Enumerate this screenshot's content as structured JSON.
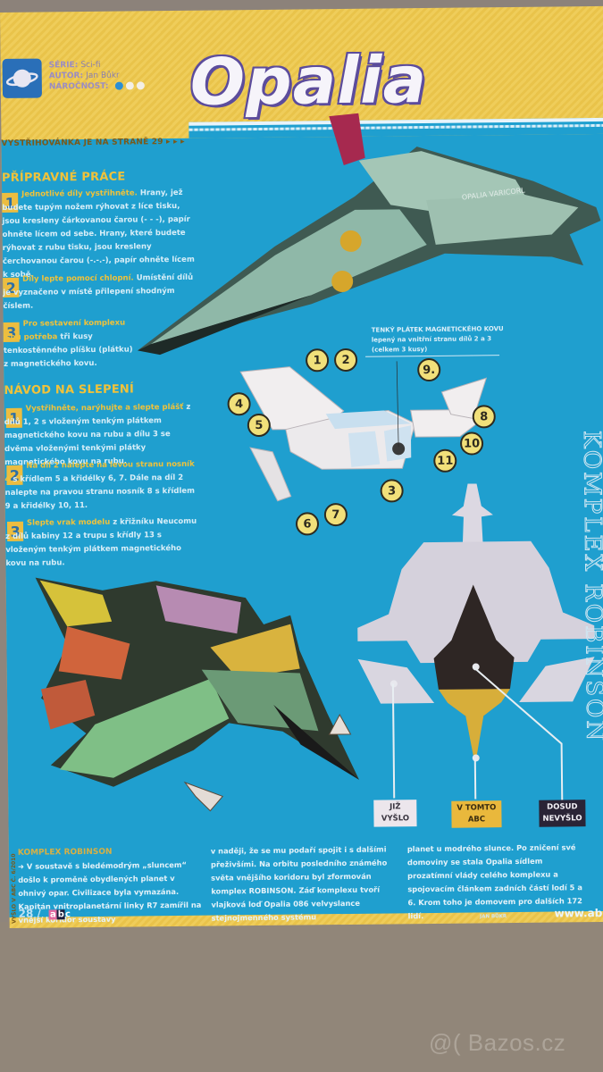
{
  "header": {
    "series_label": "SÉRIE:",
    "series_value": "Sci-fi",
    "author_label": "AUTOR:",
    "author_value": "Jan Bůkr",
    "difficulty_label": "NÁROČNOST:",
    "difficulty_dots": 3,
    "difficulty_level": 1,
    "series_icon": "planet-icon",
    "title": "Opalia",
    "cut_note": "VYSTŘIHOVÁNKA JE NA STRANĚ 29 ▸ ▸ ▸"
  },
  "preparation": {
    "heading": "PŘÍPRAVNÉ PRÁCE",
    "steps": [
      {
        "num": "1",
        "highlight": "Jednotlivé díly vystřihněte.",
        "text": " Hrany, jež budete tupým nožem rýhovat z líce tisku, jsou kresleny čárkovanou čarou (- - -), papír ohněte lícem od sebe. Hrany, které budete rýhovat z rubu tisku, jsou kresleny čerchovanou čarou (-.-.-), papír ohněte lícem k sobě."
      },
      {
        "num": "2",
        "highlight": "Díly lepte pomocí chlopní.",
        "text": " Umístění dílů je vyznačeno v místě přilepení shodným číslem."
      },
      {
        "num": "3",
        "highlight": "Pro sestavení komplexu jsou potřeba",
        "text": " tři kusy tenkostěnného plíšku (plátku) z magnetického kovu."
      }
    ]
  },
  "assembly": {
    "heading": "NÁVOD NA SLEPENÍ",
    "steps": [
      {
        "num": "1",
        "highlight": "Vystřihněte, narýhujte a slepte plášť",
        "text": " z dílů 1, 2 s vloženým tenkým plátkem magnetického kovu na rubu a dílu 3 se dvěma vloženými tenkými plátky magnetického kovu na rubu."
      },
      {
        "num": "2",
        "highlight": "Na díl 2 nalepte na levou stranu nosník 4",
        "text": " s křídlem 5 a křidélky 6, 7. Dále na díl 2 nalepte na pravou stranu nosník 8 s křídlem 9 a křidélky 10, 11."
      },
      {
        "num": "3",
        "highlight": "Slepte vrak modelu",
        "text": " z křižníku Neucomu z dílů kabiny 12 a trupu s křídly 13 s vloženým tenkým plátkem magnetického kovu na rubu."
      }
    ]
  },
  "diagram": {
    "magnet_note_title": "TENKÝ PLÁTEK MAGNETICKÉHO KOVU",
    "magnet_note_line2": "lepený na vnitřní stranu dílů 2 a 3",
    "magnet_note_line3": "(celkem 3 kusy)",
    "callouts": [
      "1",
      "2",
      "3",
      "4",
      "5",
      "6",
      "7",
      "8",
      "9.",
      "10",
      "11"
    ]
  },
  "legend": {
    "items": [
      {
        "label_line1": "JIŽ",
        "label_line2": "VYŠLO",
        "bg": "#ece6ec",
        "fg": "#3a3540"
      },
      {
        "label_line1": "V TOMTO",
        "label_line2": "ABC",
        "bg": "#e9b83c",
        "fg": "#3a2d10"
      },
      {
        "label_line1": "DOSUD",
        "label_line2": "NEVYŠLO",
        "bg": "#2a2436",
        "fg": "#f2f0f5"
      }
    ]
  },
  "article": {
    "heading": "KOMPLEX ROBINSON",
    "col1": "➜ V soustavě s bledémodrým „sluncem“ došlo k proměně obydlených planet v ohnivý opar. Civilizace byla vymazána. Kapitán vnitroplanetární linky R7 zamířil na vnější koridor soustavy",
    "col2": "v naději, že se mu podaří spojit i s dalšími přeživšími. Na orbitu posledního známého světa vnějšího koridoru byl zformován komplex ROBINSON. Záď komplexu tvoří vlajková loď Opalia 086 velvyslance stejnojmenného systému",
    "col3": "planet u modrého slunce. Po zničení své domoviny se stala Opalia sídlem prozatímní vlády celého komplexu a spojovacím článkem zadních částí lodí 5 a 6. Krom toho je domovem pro dalších 172 lidí.",
    "signature": "JAN BŮKR"
  },
  "footer": {
    "page_number": "28 /",
    "logo": "abc",
    "url": "www.abick",
    "side_vertical": "VYŠLO V ABC Č. 6/2010",
    "right_vertical": "KOMPLEX ROBINSON"
  },
  "watermark": "@( Bazos.cz",
  "colors": {
    "panel_blue": "#1f9fcf",
    "page_yellow": "#ecc652",
    "accent_yellow": "#f0c23a",
    "title_purple": "#5c4c9c"
  }
}
